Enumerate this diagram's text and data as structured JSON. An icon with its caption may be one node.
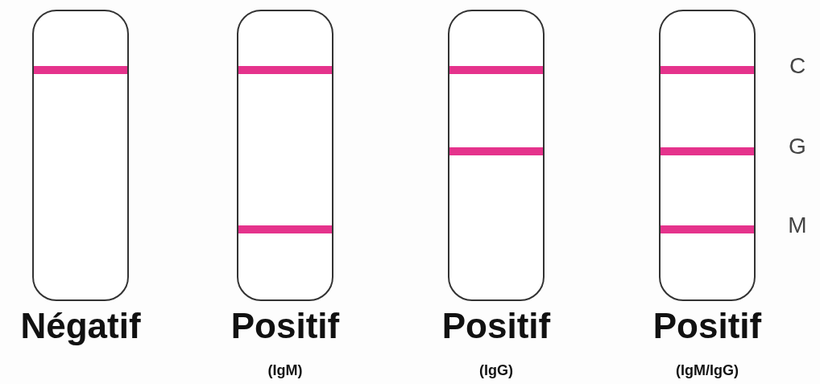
{
  "diagram": {
    "nodes": [
      {
        "text": [
          "Négatif"
        ]
      },
      {
        "text": [],
        "shape": "bar",
        "in": 0
      },
      {
        "text": [
          "Positif",
          "(IgM)"
        ]
      },
      {
        "text": [],
        "shape": "bar",
        "in": 2
      },
      {
        "text": [],
        "shape": "bar",
        "in": 2
      },
      {
        "text": [
          "Positif",
          "(IgG)"
        ]
      },
      {
        "text": [],
        "shape": "bar",
        "in": 5
      },
      {
        "text": [],
        "shape": "bar",
        "in": 5
      },
      {
        "text": [
          "Positif",
          "(IgM/IgG)"
        ]
      },
      {
        "text": [],
        "shape": "bar",
        "in": 8
      },
      {
        "text": [],
        "shape": "bar",
        "in": 8
      },
      {
        "text": [],
        "shape": "bar",
        "in": 8
      }
    ],
    "labels": [
      "C",
      "G",
      "M"
    ]
  }
}
